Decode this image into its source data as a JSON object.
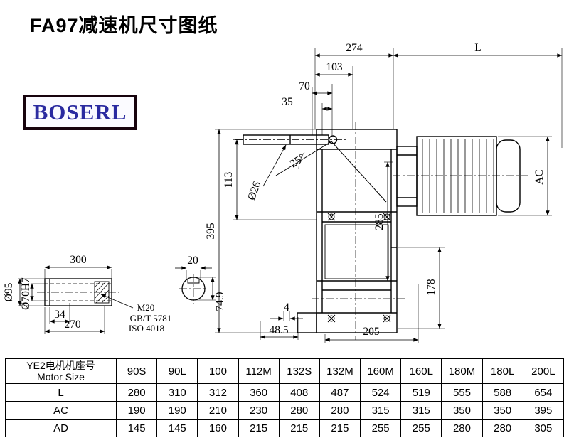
{
  "header": {
    "title": "FA97减速机尺寸图纸",
    "logo_text": "BOSERL"
  },
  "dims": {
    "d274": "274",
    "dL": "L",
    "d103": "103",
    "d70": "70",
    "d35": "35",
    "a25": "25°",
    "d395": "395",
    "d113": "113",
    "d26": "Ø26",
    "d285": "285",
    "dAC": "AC",
    "d178": "178",
    "d4": "4",
    "d48_5": "48.5",
    "d205": "205",
    "d300": "300",
    "d95": "Ø95",
    "d70h7": "Ø70H7",
    "d34": "34",
    "d270": "270",
    "m20": "M20",
    "gbt": "GB/T 5781",
    "iso": "ISO 4018",
    "d20": "20",
    "d74_9": "74.9"
  },
  "table": {
    "header_cn": "YE2电机机座号",
    "header_en": "Motor Size",
    "columns": [
      "90S",
      "90L",
      "100",
      "112M",
      "132S",
      "132M",
      "160M",
      "160L",
      "180M",
      "180L",
      "200L"
    ],
    "rows": [
      {
        "label": "L",
        "values": [
          280,
          310,
          312,
          360,
          408,
          487,
          524,
          519,
          555,
          588,
          654
        ]
      },
      {
        "label": "AC",
        "values": [
          190,
          190,
          210,
          230,
          280,
          280,
          315,
          315,
          350,
          350,
          395
        ]
      },
      {
        "label": "AD",
        "values": [
          145,
          145,
          160,
          215,
          215,
          215,
          255,
          255,
          280,
          280,
          305
        ]
      }
    ]
  }
}
